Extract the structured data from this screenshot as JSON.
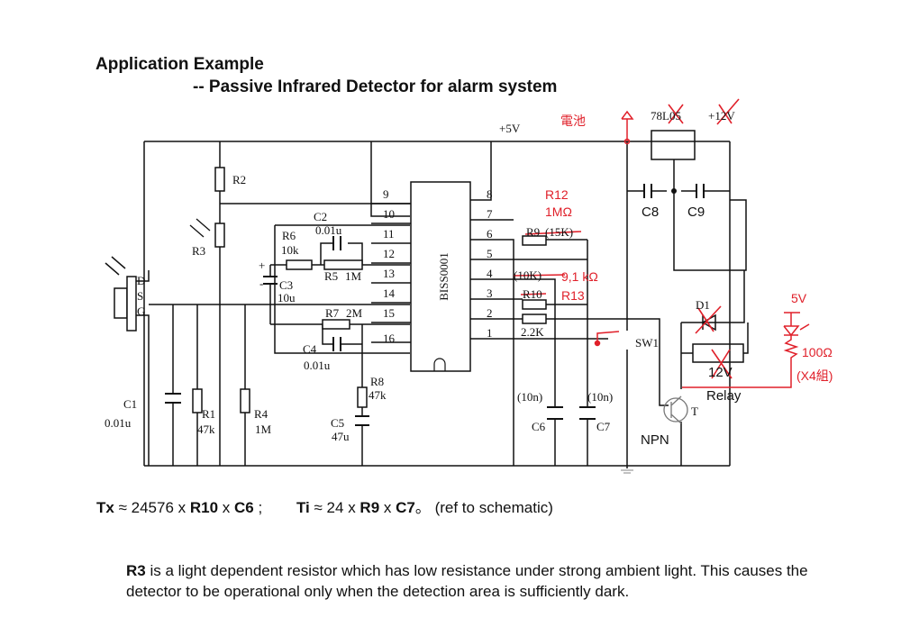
{
  "header": {
    "title": "Application Example",
    "subtitle": "--  Passive Infrared Detector for alarm system"
  },
  "schematic": {
    "ic": {
      "name": "BISS0001",
      "left_pins": [
        "9",
        "10",
        "11",
        "12",
        "13",
        "14",
        "15",
        "16"
      ],
      "right_pins": [
        "8",
        "7",
        "6",
        "5",
        "4",
        "3",
        "2",
        "1"
      ]
    },
    "supply": {
      "plus5v": "+5V",
      "regulator": "78L05",
      "plus12v": "+12V",
      "battery_note": "電池"
    },
    "components": {
      "R1": {
        "name": "R1",
        "value": "47k"
      },
      "R2": {
        "name": "R2"
      },
      "R3": {
        "name": "R3"
      },
      "R4": {
        "name": "R4",
        "value": "1M"
      },
      "R5": {
        "name": "R5",
        "value": "1M"
      },
      "R6": {
        "name": "R6",
        "value": "10k"
      },
      "R7": {
        "name": "R7",
        "value": "2M"
      },
      "R8": {
        "name": "R8",
        "value": "47k"
      },
      "R9": {
        "name": "R9",
        "value": "(15K)"
      },
      "R10": {
        "name": "R10",
        "value": "(10K)"
      },
      "R_out": {
        "value": "2.2K"
      },
      "C1": {
        "name": "C1",
        "value": "0.01u"
      },
      "C2": {
        "name": "C2",
        "value": "0.01u"
      },
      "C3": {
        "name": "C3",
        "value": "10u"
      },
      "C4": {
        "name": "C4",
        "value": "0.01u"
      },
      "C5": {
        "name": "C5",
        "value": "47u"
      },
      "C6": {
        "name": "C6",
        "value": "(10n)"
      },
      "C7": {
        "name": "C7",
        "value": "(10n)"
      },
      "C8": {
        "name": "C8"
      },
      "C9": {
        "name": "C9"
      },
      "D1": {
        "name": "D1"
      },
      "SW1": {
        "name": "SW1"
      },
      "T": {
        "name": "T",
        "type": "NPN"
      },
      "relay": {
        "voltage": "12V",
        "label": "Relay"
      },
      "sensor_pins": [
        "D",
        "S",
        "G"
      ],
      "plus": "+",
      "minus": "-"
    },
    "annotations": {
      "r12_name": "R12",
      "r12_value": "1MΩ",
      "r13_value": "9,1 kΩ",
      "r13_name": "R13",
      "led_supply": "5V",
      "led_resistor": "100Ω",
      "led_count": "(X4組)"
    }
  },
  "formula": {
    "tx_label": "Tx",
    "tx_expr_1": " ≈ 24576 x ",
    "tx_r": "R10",
    "tx_x": " x ",
    "tx_c": "C6",
    "tx_sep": " ;",
    "ti_label": "Ti",
    "ti_expr_1": " ≈ 24 x ",
    "ti_r": "R9",
    "ti_x": " x ",
    "ti_c": "C7",
    "ti_end": "。 (ref to schematic)"
  },
  "description": {
    "bold": "R3",
    "text": " is a light dependent resistor which has low resistance under strong ambient light.   This causes the detector to be operational only when the detection area is sufficiently dark."
  }
}
